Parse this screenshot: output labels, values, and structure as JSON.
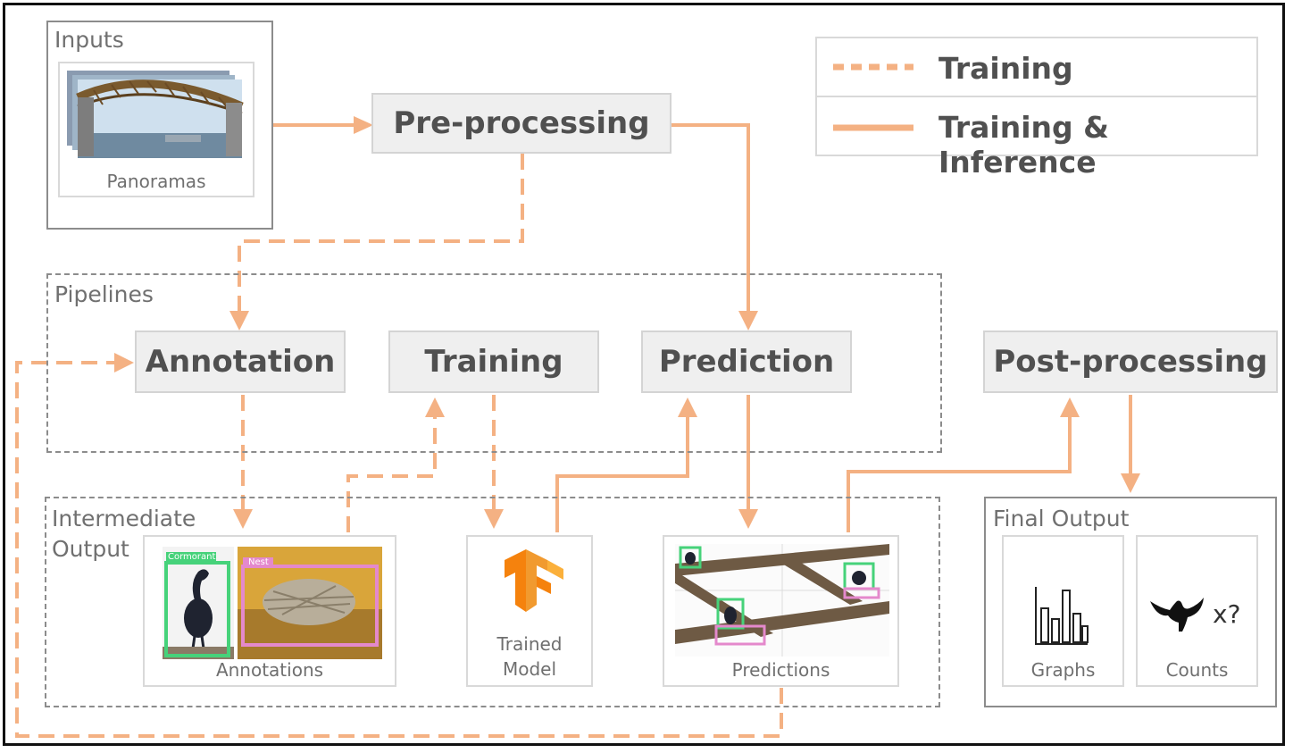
{
  "colors": {
    "arrow": "#f4b183",
    "box_border": "#8c8c8c",
    "stage_fill": "#efefef",
    "annot_green": "#46d27a",
    "annot_pink": "#e489cc",
    "tensorflow_orange": "#f5820d"
  },
  "legend": {
    "training": "Training",
    "training_inference": "Training & Inference"
  },
  "inputs": {
    "title": "Inputs",
    "caption": "Panoramas"
  },
  "stages": {
    "preprocessing": "Pre-processing",
    "annotation": "Annotation",
    "training": "Training",
    "prediction": "Prediction",
    "postprocessing": "Post-processing"
  },
  "pipelines": {
    "title": "Pipelines"
  },
  "intermediate": {
    "title_line1": "Intermediate",
    "title_line2": "Output",
    "annotations_caption": "Annotations",
    "tag_cormorant": "Cormorant",
    "tag_nest": "Nest",
    "model_caption_line1": "Trained",
    "model_caption_line2": "Model",
    "predictions_caption": "Predictions"
  },
  "final_output": {
    "title": "Final Output",
    "graphs_caption": "Graphs",
    "counts_caption": "Counts",
    "counts_symbol": "x?"
  },
  "icons": [
    "bridge-panorama-image",
    "cormorant-photo",
    "nest-photo",
    "tensorflow-logo",
    "bridge-predictions-image",
    "bar-chart-icon",
    "cormorant-silhouette-icon"
  ]
}
